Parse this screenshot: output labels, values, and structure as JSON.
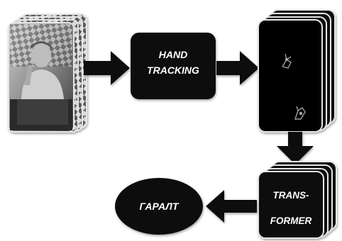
{
  "diagram": {
    "nodes": {
      "hand_tracking": {
        "line1": "HAND",
        "line2": "TRACKING"
      },
      "transformer": {
        "line1": "TRANS-",
        "line2": "FORMER"
      },
      "output": {
        "label": "ГАРАЛТ"
      }
    },
    "input_frames": {
      "description_icon": "video-frames-icon"
    },
    "tracked_frames": {
      "description_icon": "hand-keypoint-frames-icon"
    },
    "colors": {
      "box": "#111111",
      "arrow": "#0d0d0d",
      "text": "#ffffff",
      "frame_border": "#e6e6e6"
    }
  }
}
